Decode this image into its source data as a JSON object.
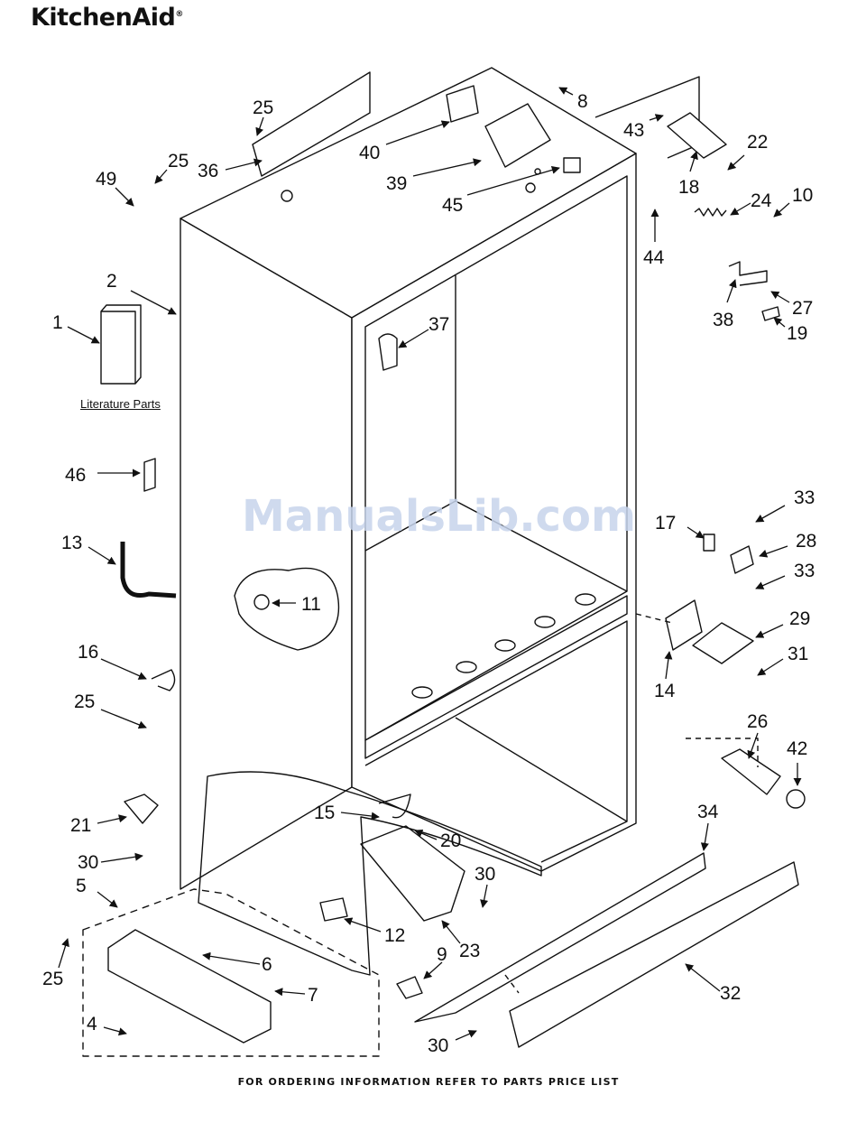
{
  "header": {
    "brand": "KitchenAid",
    "brand_mark": "®"
  },
  "literature_label": "Literature Parts",
  "watermark": "ManualsLib.com",
  "footer": "FOR ORDERING INFORMATION REFER TO PARTS PRICE LIST",
  "callouts": [
    {
      "id": "c25a",
      "text": "25"
    },
    {
      "id": "c36",
      "text": "36"
    },
    {
      "id": "c25b",
      "text": "25"
    },
    {
      "id": "c49",
      "text": "49"
    },
    {
      "id": "c40",
      "text": "40"
    },
    {
      "id": "c39",
      "text": "39"
    },
    {
      "id": "c8",
      "text": "8"
    },
    {
      "id": "c43",
      "text": "43"
    },
    {
      "id": "c22",
      "text": "22"
    },
    {
      "id": "c18",
      "text": "18"
    },
    {
      "id": "c45",
      "text": "45"
    },
    {
      "id": "c44",
      "text": "44"
    },
    {
      "id": "c24",
      "text": "24"
    },
    {
      "id": "c10",
      "text": "10"
    },
    {
      "id": "c38",
      "text": "38"
    },
    {
      "id": "c27",
      "text": "27"
    },
    {
      "id": "c19",
      "text": "19"
    },
    {
      "id": "c2",
      "text": "2"
    },
    {
      "id": "c1",
      "text": "1"
    },
    {
      "id": "c37",
      "text": "37"
    },
    {
      "id": "c46",
      "text": "46"
    },
    {
      "id": "c13",
      "text": "13"
    },
    {
      "id": "c11",
      "text": "11"
    },
    {
      "id": "c16",
      "text": "16"
    },
    {
      "id": "c25c",
      "text": "25"
    },
    {
      "id": "c17",
      "text": "17"
    },
    {
      "id": "c33a",
      "text": "33"
    },
    {
      "id": "c28",
      "text": "28"
    },
    {
      "id": "c33b",
      "text": "33"
    },
    {
      "id": "c29",
      "text": "29"
    },
    {
      "id": "c14",
      "text": "14"
    },
    {
      "id": "c31",
      "text": "31"
    },
    {
      "id": "c26",
      "text": "26"
    },
    {
      "id": "c42",
      "text": "42"
    },
    {
      "id": "c21",
      "text": "21"
    },
    {
      "id": "c15",
      "text": "15"
    },
    {
      "id": "c20",
      "text": "20"
    },
    {
      "id": "c34",
      "text": "34"
    },
    {
      "id": "c30a",
      "text": "30"
    },
    {
      "id": "c5",
      "text": "5"
    },
    {
      "id": "c30b",
      "text": "30"
    },
    {
      "id": "c25d",
      "text": "25"
    },
    {
      "id": "c6",
      "text": "6"
    },
    {
      "id": "c12",
      "text": "12"
    },
    {
      "id": "c23",
      "text": "23"
    },
    {
      "id": "c7",
      "text": "7"
    },
    {
      "id": "c9",
      "text": "9"
    },
    {
      "id": "c32",
      "text": "32"
    },
    {
      "id": "c4",
      "text": "4"
    },
    {
      "id": "c30c",
      "text": "30"
    }
  ]
}
